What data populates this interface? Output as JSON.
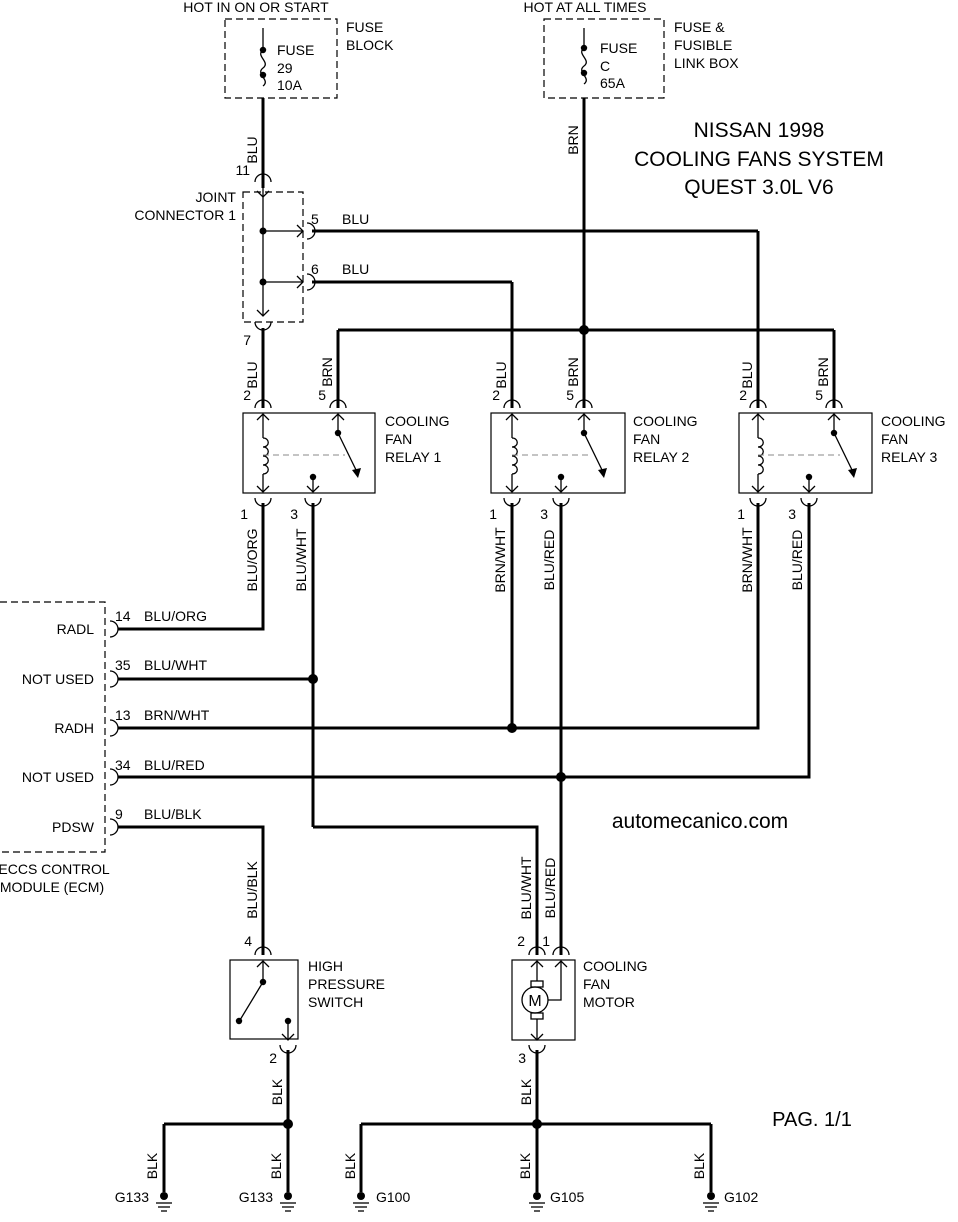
{
  "title": {
    "line1": "NISSAN 1998",
    "line2": "COOLING FANS SYSTEM",
    "line3": "QUEST 3.0L V6"
  },
  "watermark": "automecanico.com",
  "page_label": "PAG. 1/1",
  "power": {
    "fuse_block": {
      "header": "HOT IN ON OR START",
      "name_line1": "FUSE",
      "name_line2": "BLOCK",
      "fuse_line1": "FUSE",
      "fuse_line2": "29",
      "fuse_line3": "10A",
      "wire": "BLU"
    },
    "link_box": {
      "header": "HOT AT ALL TIMES",
      "name_line1": "FUSE &",
      "name_line2": "FUSIBLE",
      "name_line3": "LINK BOX",
      "fuse_line1": "FUSE",
      "fuse_line2": "C",
      "fuse_line3": "65A",
      "wire": "BRN"
    }
  },
  "joint_connector": {
    "name_line1": "JOINT",
    "name_line2": "CONNECTOR 1",
    "pin_in": "11",
    "pin_out": "7",
    "pin_5": "5",
    "pin_6": "6",
    "wire_5": "BLU",
    "wire_6": "BLU"
  },
  "relays": [
    {
      "line1": "COOLING",
      "line2": "FAN",
      "line3": "RELAY 1",
      "coil_wire": "BLU",
      "coil_pin": "2",
      "switch_wire": "BRN",
      "switch_pin": "5",
      "out1_pin": "1",
      "out3_pin": "3",
      "out1_wire": "BLU/ORG",
      "out3_wire": "BLU/WHT"
    },
    {
      "line1": "COOLING",
      "line2": "FAN",
      "line3": "RELAY 2",
      "coil_wire": "BLU",
      "coil_pin": "2",
      "switch_wire": "BRN",
      "switch_pin": "5",
      "out1_pin": "1",
      "out3_pin": "3",
      "out1_wire": "BRN/WHT",
      "out3_wire": "BLU/RED"
    },
    {
      "line1": "COOLING",
      "line2": "FAN",
      "line3": "RELAY 3",
      "coil_wire": "BLU",
      "coil_pin": "2",
      "switch_wire": "BRN",
      "switch_pin": "5",
      "out1_pin": "1",
      "out3_pin": "3",
      "out1_wire": "BRN/WHT",
      "out3_wire": "BLU/RED"
    }
  ],
  "ecm": {
    "name_line1": "ECCS CONTROL",
    "name_line2": "MODULE (ECM)",
    "pins": [
      {
        "label": "RADL",
        "pin": "14",
        "wire": "BLU/ORG"
      },
      {
        "label": "NOT USED",
        "pin": "35",
        "wire": "BLU/WHT"
      },
      {
        "label": "RADH",
        "pin": "13",
        "wire": "BRN/WHT"
      },
      {
        "label": "NOT USED",
        "pin": "34",
        "wire": "BLU/RED"
      },
      {
        "label": "PDSW",
        "pin": "9",
        "wire": "BLU/BLK"
      }
    ]
  },
  "pressure_switch": {
    "line1": "HIGH",
    "line2": "PRESSURE",
    "line3": "SWITCH",
    "in_wire": "BLU/BLK",
    "in_pin": "4",
    "out_pin": "2",
    "out_wire": "BLK"
  },
  "fan_motor": {
    "line1": "COOLING",
    "line2": "FAN",
    "line3": "MOTOR",
    "symbol": "M",
    "in_wire_a": "BLU/WHT",
    "in_wire_b": "BLU/RED",
    "pin_a": "2",
    "pin_b": "1",
    "out_pin": "3",
    "out_wire": "BLK"
  },
  "grounds": [
    {
      "name": "G133",
      "wire": "BLK"
    },
    {
      "name": "G133",
      "wire": "BLK"
    },
    {
      "name": "G100",
      "wire": "BLK"
    },
    {
      "name": "G105",
      "wire": "BLK"
    },
    {
      "name": "G102",
      "wire": "BLK"
    }
  ]
}
